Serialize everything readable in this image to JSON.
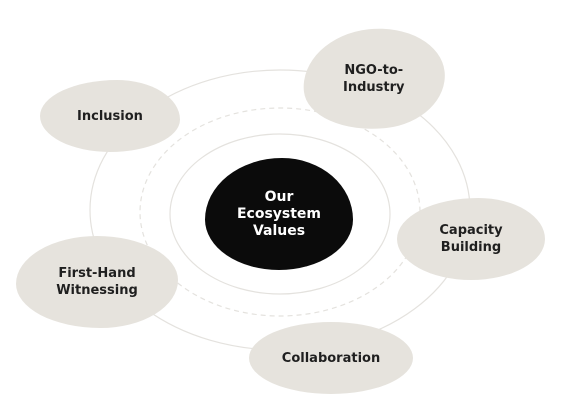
{
  "diagram": {
    "center_label": "Our\nEcosystem\nValues",
    "values": {
      "inclusion": "Inclusion",
      "ngo_to_industry": "NGO-to-\nIndustry",
      "capacity_building": "Capacity\nBuilding",
      "first_hand_witnessing": "First-Hand\nWitnessing",
      "collaboration": "Collaboration"
    }
  },
  "colors": {
    "center_fill": "#0b0b0b",
    "center_text": "#ffffff",
    "node_fill": "#e6e3dd",
    "node_text": "#1f1f1f",
    "ring_stroke": "#e4e2de"
  }
}
